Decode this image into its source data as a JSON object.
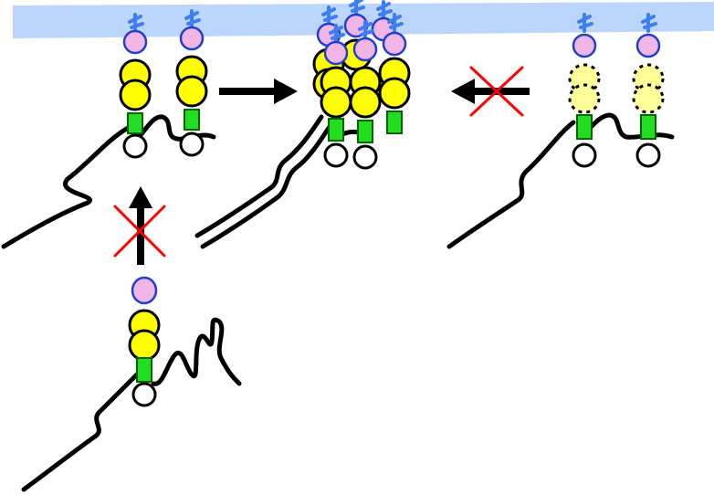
{
  "colors": {
    "membrane": "#bcd6fb",
    "line": "#000000",
    "domain_yellow": "#ffff00",
    "domain_yellow_faded": "#ffff99",
    "stem_green": "#22dd22",
    "stem_green_outline": "#006600",
    "head_pink": "#f2b6e6",
    "head_outline": "#1f3fcf",
    "sugar_blue": "#3e7ef0",
    "cross_red": "#ff0000",
    "arrow_black": "#000000"
  },
  "panels": [
    {
      "id": "panel-monomer-free",
      "state": "free"
    },
    {
      "id": "panel-membrane-bound-pair",
      "state": "bound"
    },
    {
      "id": "panel-clustered-oligomer",
      "state": "clustered"
    },
    {
      "id": "panel-bound-inactive-pair",
      "state": "inactive"
    }
  ],
  "arrows": [
    {
      "id": "arrow-pair-to-cluster",
      "direction": "right",
      "blocked": false
    },
    {
      "id": "arrow-inactive-to-cluster",
      "direction": "left",
      "blocked": true
    },
    {
      "id": "arrow-free-to-bound",
      "direction": "up",
      "blocked": true
    }
  ],
  "icons": [
    "cross-mark-icon",
    "sugar-glycan-icon",
    "block-arrow-icon"
  ]
}
